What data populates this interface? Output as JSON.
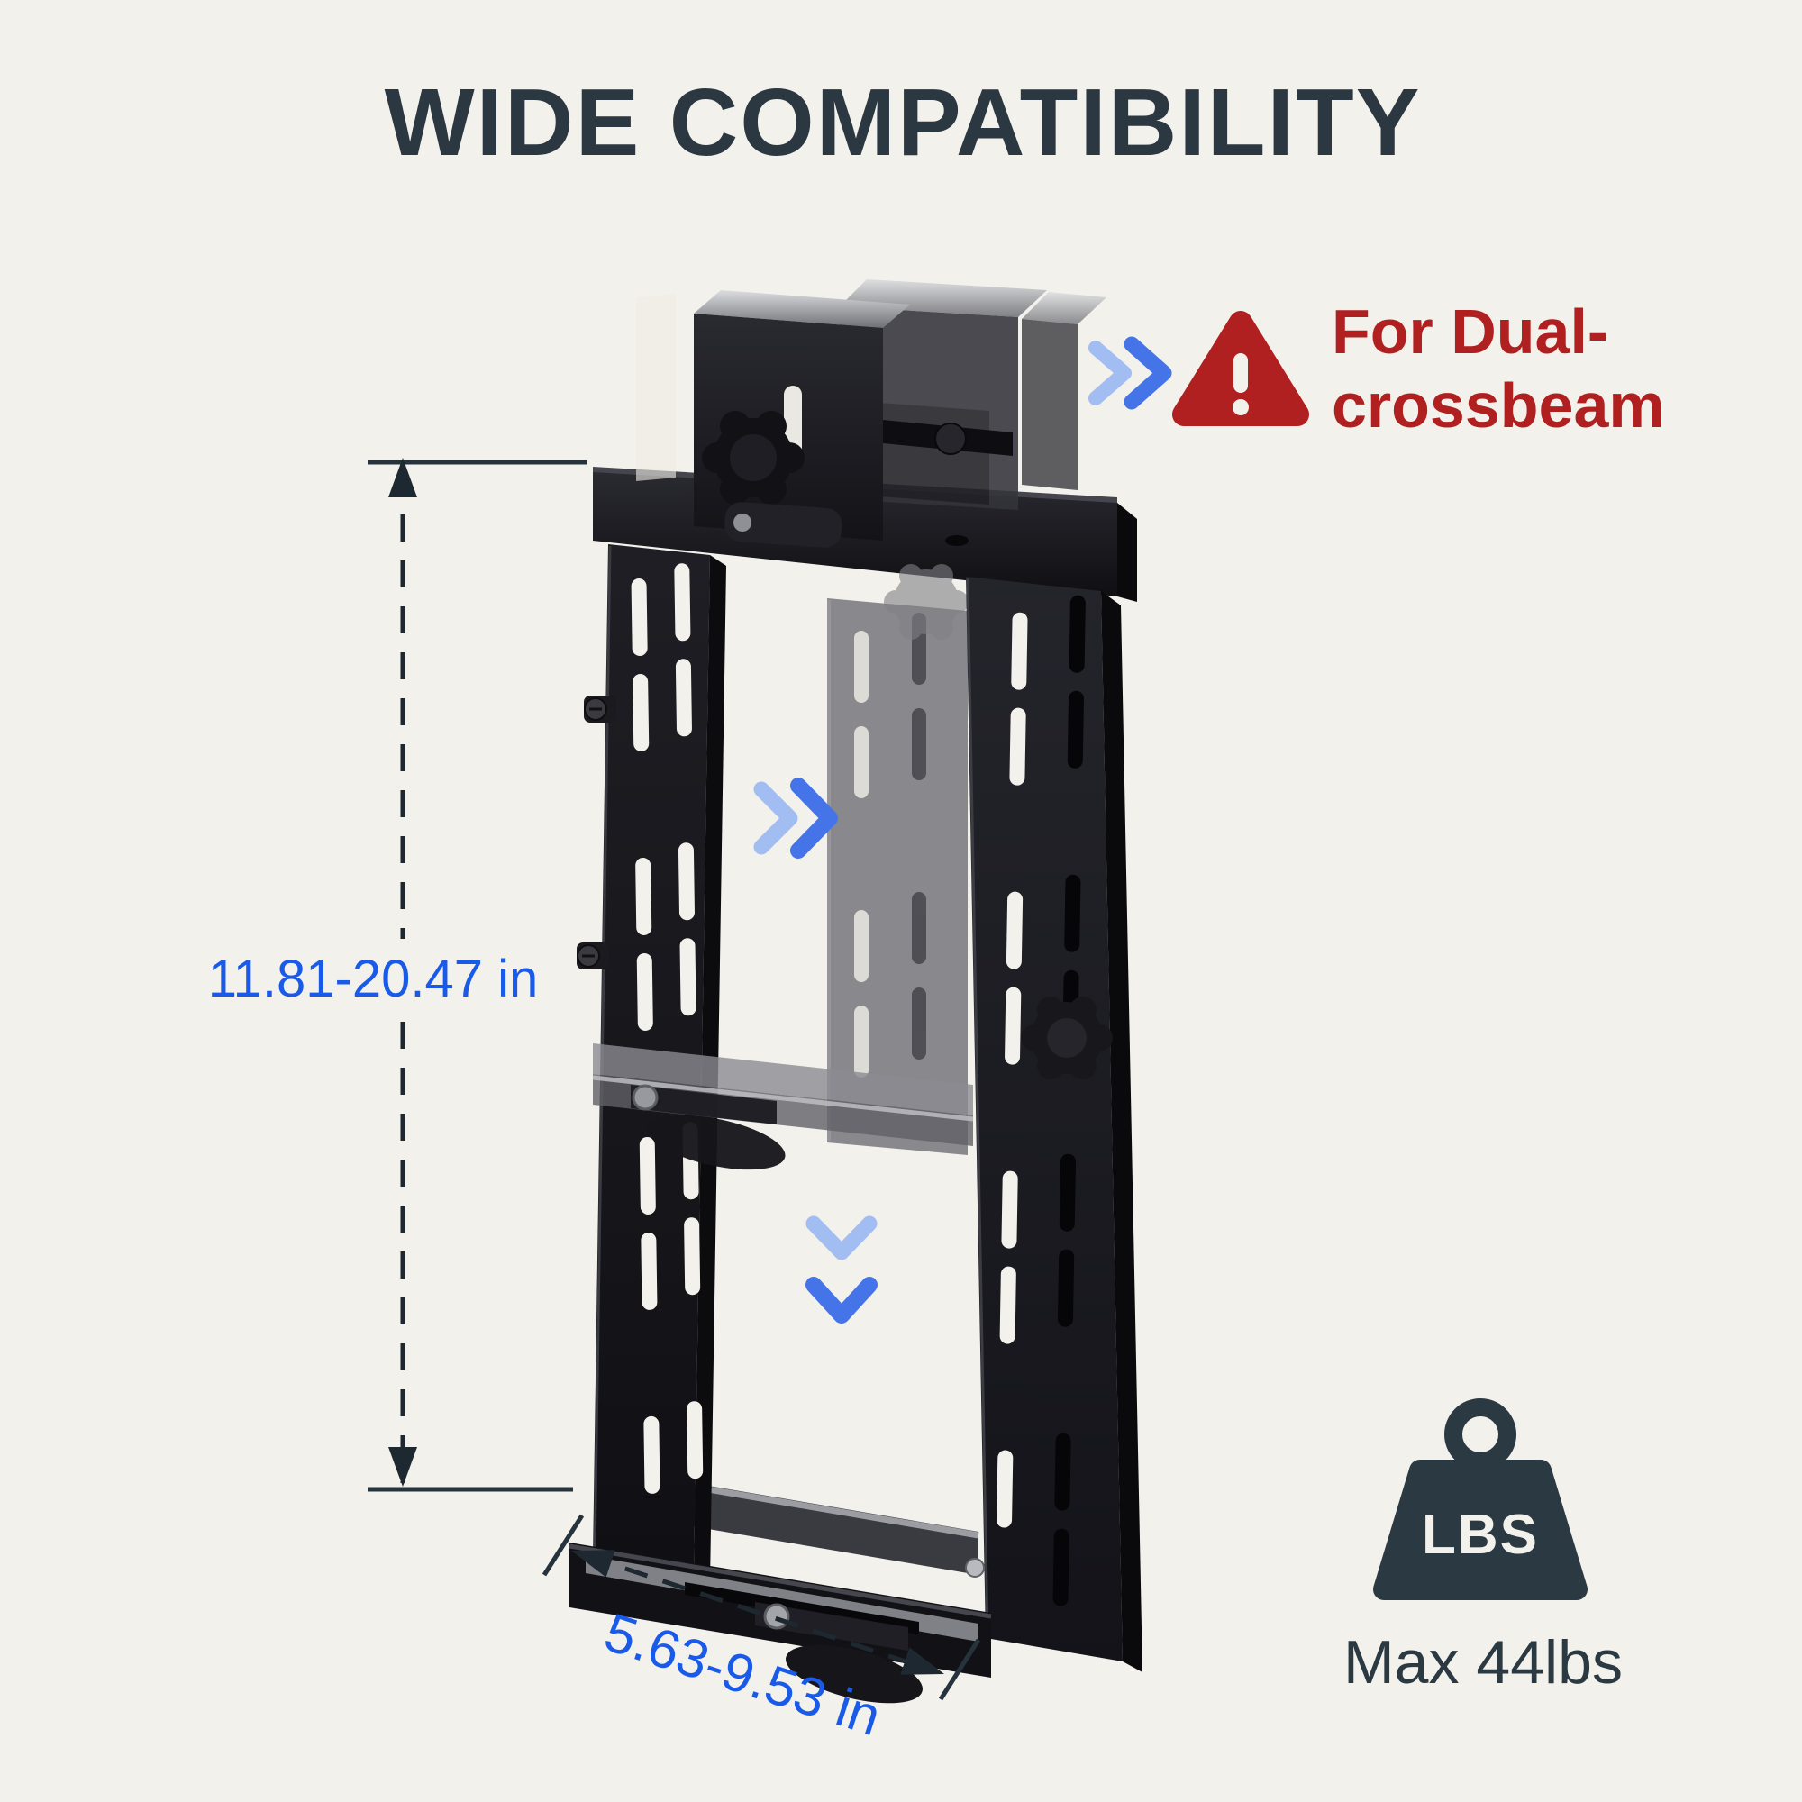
{
  "title": "WIDE COMPATIBILITY",
  "callouts": {
    "warning": {
      "line1": "For Dual-",
      "line2": "crossbeam"
    },
    "weight": {
      "badge_label": "LBS",
      "caption": "Max 44lbs"
    }
  },
  "dimensions": {
    "height_range": "11.81-20.47 in",
    "width_range": "5.63-9.53 in"
  },
  "product": {
    "subject": "under-desk PC mount bracket, adjustable steel frame with slotted columns, top crossbeam clamps, ghost positions showing width and height adjustability"
  },
  "colors": {
    "background": "#f3f1eb",
    "title_text": "#2b3741",
    "warning_red": "#b02020",
    "dimension_blue": "#1a5ae8",
    "dimension_line_dark": "#1d2830",
    "chevron_light_blue": "#a2bdf1",
    "chevron_dark_blue": "#4574e9",
    "metal_black": "#18181d",
    "badge_slate": "#2b3942"
  },
  "icons": [
    "double-chevron-right-icon",
    "double-chevron-down-icon",
    "warning-triangle-icon",
    "weight-icon"
  ]
}
